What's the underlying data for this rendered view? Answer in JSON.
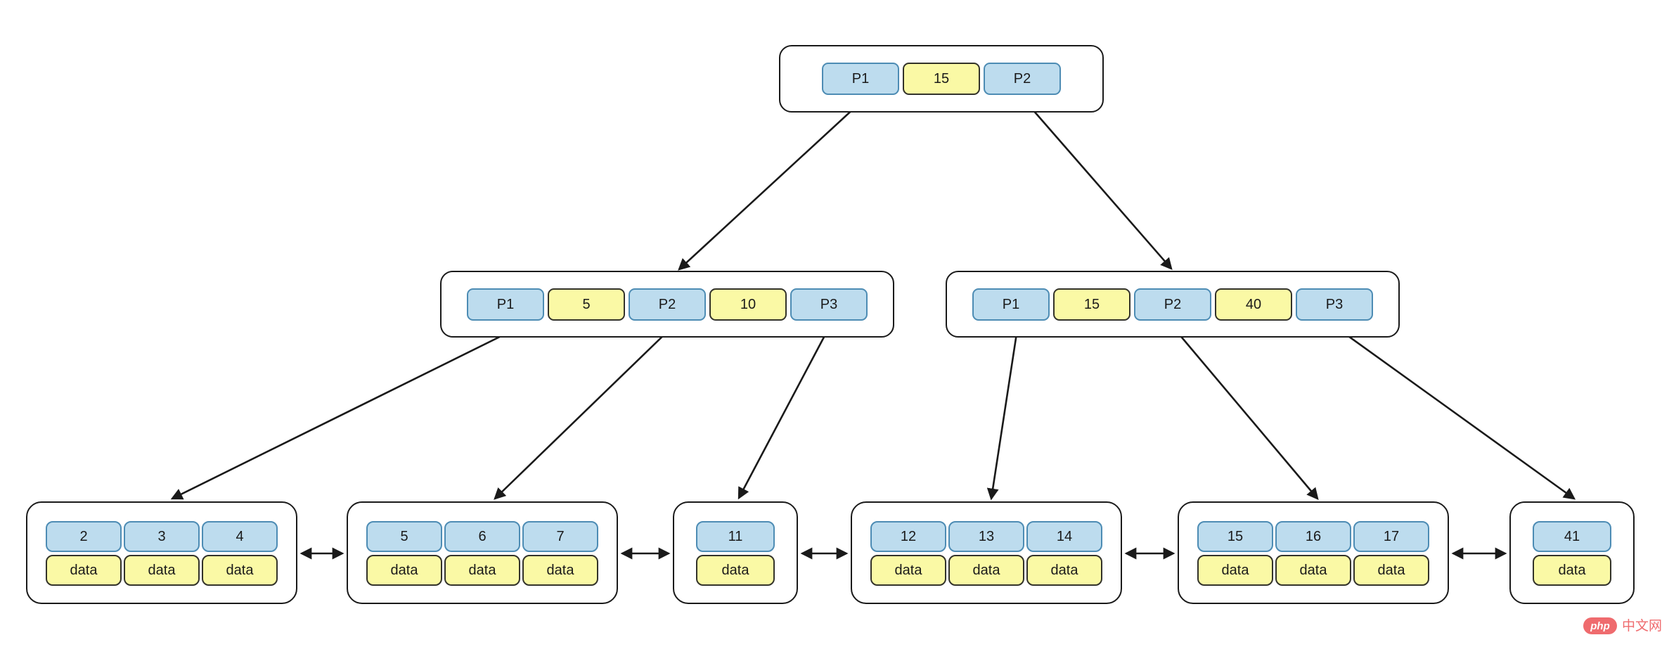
{
  "colors": {
    "pointer_fill": "#bddcee",
    "pointer_border": "#4d8cb4",
    "key_fill": "#faf9a5",
    "key_border": "#33332a",
    "node_border": "#1a1a1a",
    "arrow_color": "#1a1a1a",
    "brand_color": "#ef6b6e"
  },
  "nodes": {
    "root": {
      "cells": [
        {
          "type": "pointer",
          "label": "P1"
        },
        {
          "type": "key",
          "label": "15"
        },
        {
          "type": "pointer",
          "label": "P2"
        }
      ]
    },
    "internal_left": {
      "cells": [
        {
          "type": "pointer",
          "label": "P1"
        },
        {
          "type": "key",
          "label": "5"
        },
        {
          "type": "pointer",
          "label": "P2"
        },
        {
          "type": "key",
          "label": "10"
        },
        {
          "type": "pointer",
          "label": "P3"
        }
      ]
    },
    "internal_right": {
      "cells": [
        {
          "type": "pointer",
          "label": "P1"
        },
        {
          "type": "key",
          "label": "15"
        },
        {
          "type": "pointer",
          "label": "P2"
        },
        {
          "type": "key",
          "label": "40"
        },
        {
          "type": "pointer",
          "label": "P3"
        }
      ]
    },
    "leaves": [
      {
        "keys": [
          "2",
          "3",
          "4"
        ],
        "data": [
          "data",
          "data",
          "data"
        ]
      },
      {
        "keys": [
          "5",
          "6",
          "7"
        ],
        "data": [
          "data",
          "data",
          "data"
        ]
      },
      {
        "keys": [
          "11"
        ],
        "data": [
          "data"
        ]
      },
      {
        "keys": [
          "12",
          "13",
          "14"
        ],
        "data": [
          "data",
          "data",
          "data"
        ]
      },
      {
        "keys": [
          "15",
          "16",
          "17"
        ],
        "data": [
          "data",
          "data",
          "data"
        ]
      },
      {
        "keys": [
          "41"
        ],
        "data": [
          "data"
        ]
      }
    ]
  },
  "watermark": {
    "logo_text": "php",
    "site_text": "中文网"
  }
}
